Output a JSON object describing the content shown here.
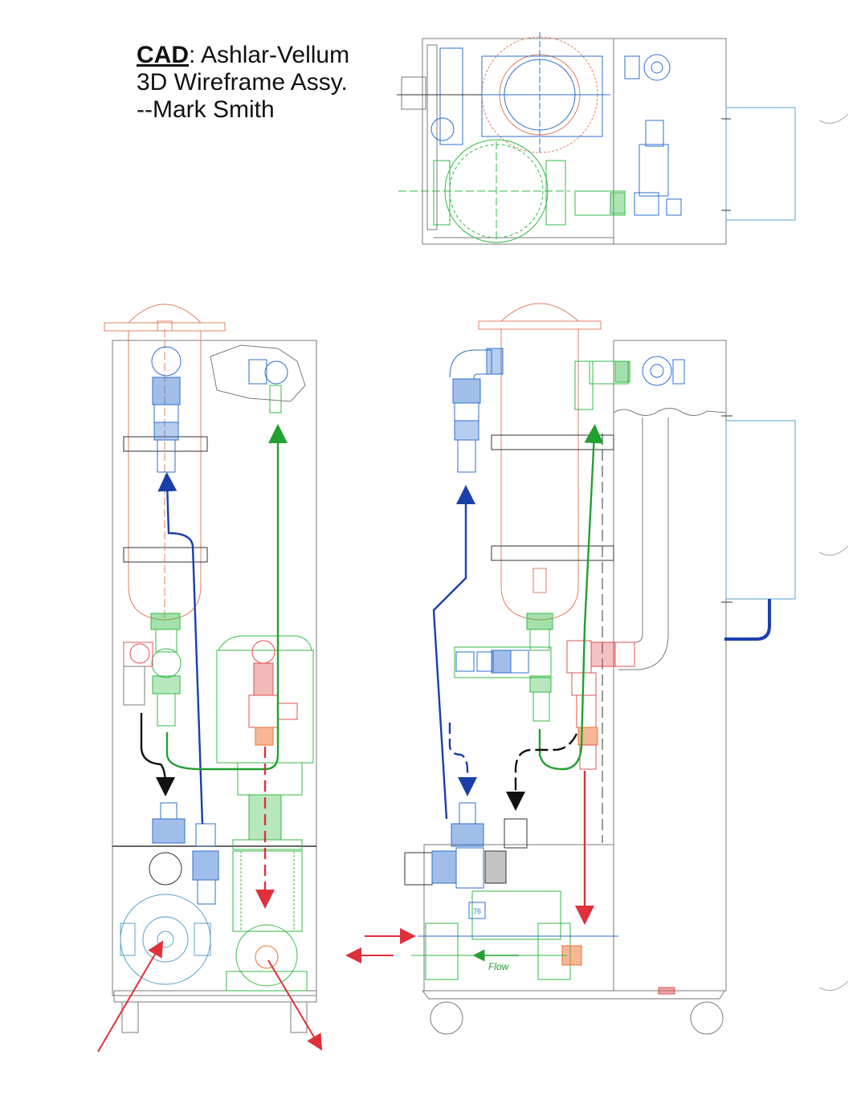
{
  "caption": {
    "line1_bold": "CAD",
    "line1_rest": ":  Ashlar-Vellum",
    "line2": "3D Wireframe Assy.",
    "line3": "--Mark Smith"
  },
  "labels": {
    "flow": "Flow",
    "part_number": "76"
  },
  "colors": {
    "outline": "#7a7a7a",
    "filter_housing": "#e08060",
    "fitting_blue": "#2f6fd0",
    "fitting_green": "#33bb44",
    "pump": "#5aa0c8",
    "flow_blue": "#1a3fa8",
    "flow_green": "#22a030",
    "flow_red": "#e0303a",
    "flow_black": "#111111",
    "fitting_red": "#e05050",
    "fitting_orange": "#f07030",
    "hose_blue": "#1a40b0"
  }
}
